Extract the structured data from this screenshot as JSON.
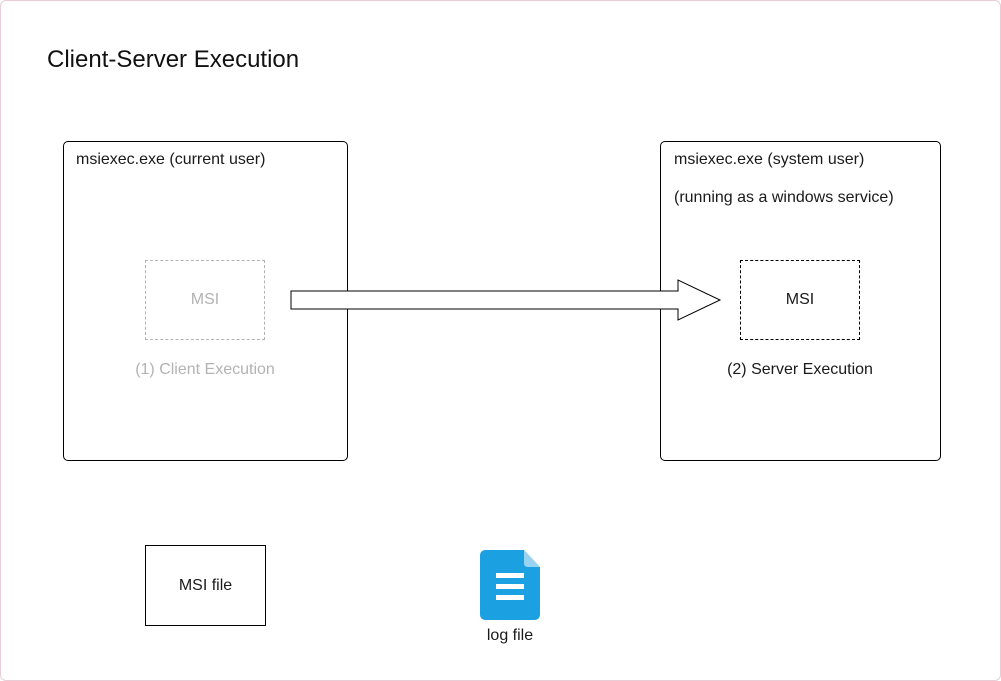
{
  "title": "Client-Server Execution",
  "client": {
    "process_label": "msiexec.exe (current user)",
    "msi_label": "MSI",
    "execution_label": "(1) Client Execution",
    "muted_color": "#b3b3b3"
  },
  "server": {
    "process_label": "msiexec.exe (system user)",
    "service_note": "(running as a windows service)",
    "msi_label": "MSI",
    "execution_label": "(2) Server Execution"
  },
  "files": {
    "msi_file_label": "MSI file",
    "log_file_label": "log file",
    "log_icon": "document-icon",
    "log_icon_color": "#1ba1e2"
  }
}
